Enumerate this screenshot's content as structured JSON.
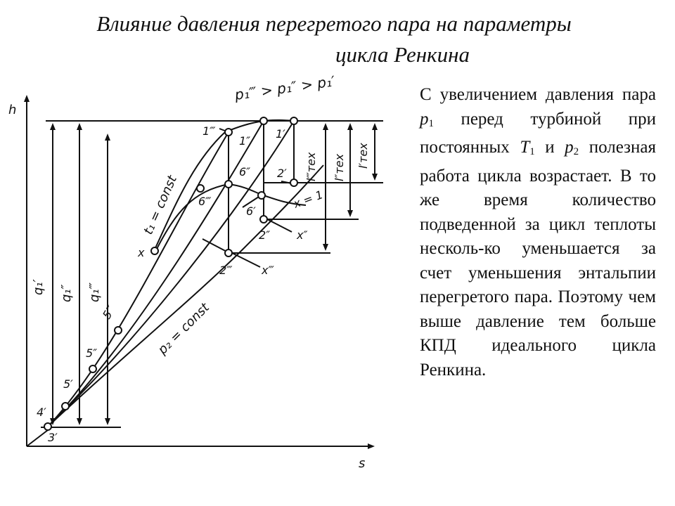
{
  "title": {
    "line1": "Влияние давления перегретого пара на параметры",
    "line2": "цикла Ренкина"
  },
  "description": {
    "part1": "С увеличением давления пара ",
    "p": "p",
    "sub1": "1",
    "part2": " перед турбиной при постоянных ",
    "T": "T",
    "sub2": "1",
    "part3": " и ",
    "p2": "p",
    "sub3": "2",
    "part4": " полезная работа цикла возрастает. В то же время количество подведенной за цикл теплоты несколь-ко уменьшается за счет уменьшения энтальпии перегретого пара. Поэтому чем выше давление тем больше КПД идеального цикла Ренкина."
  },
  "diagram": {
    "axis_y": "h",
    "axis_x": "s",
    "pressure_order": "p₁‴ > p₁″ > p₁′",
    "isotherm_label": "t₁ = const",
    "isobar_label": "p₂ = const",
    "x_line_label": "x = 1",
    "points": [
      "1‴",
      "1″",
      "1′",
      "6″",
      "6‴",
      "6′",
      "2′",
      "2″",
      "2‴",
      "5‴",
      "5″",
      "5′",
      "4′",
      "3′",
      "x″",
      "x‴",
      "x"
    ],
    "heat_labels": [
      "q₁′",
      "q₁″",
      "q₁‴"
    ],
    "work_labels": [
      "l‴тех",
      "l″тех",
      "l′тех"
    ]
  }
}
